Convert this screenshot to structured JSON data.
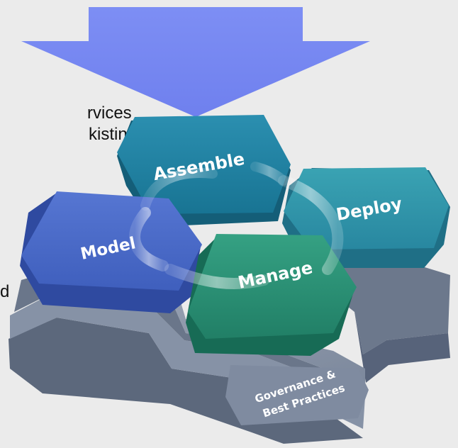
{
  "side_text": {
    "line1_fragment": "rvices",
    "line2_fragment": "kisting",
    "line3_fragment": "d"
  },
  "hexagons": {
    "assemble": {
      "label": "Assemble",
      "color": "#1f86a3"
    },
    "deploy": {
      "label": "Deploy",
      "color": "#2e97a8"
    },
    "model": {
      "label": "Model",
      "color": "#4a6bc8"
    },
    "manage": {
      "label": "Manage",
      "color": "#2a9277"
    }
  },
  "base_label": {
    "line1": "Governance &",
    "line2": "Best Practices"
  },
  "colors": {
    "arrow": "#7a8bf2",
    "base_top": "#8e99ab",
    "base_side": "#5f6b7f",
    "background": "#ebebeb"
  }
}
